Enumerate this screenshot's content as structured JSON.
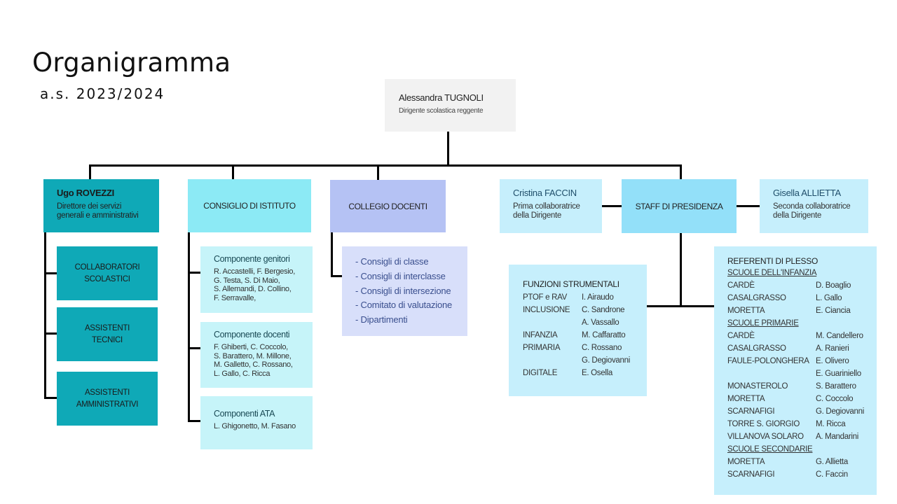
{
  "header": {
    "title": "Organigramma",
    "subtitle": "a.s. 2023/2024"
  },
  "colors": {
    "head_bg": "#f2f2f2",
    "dsga_bg": "#0fa9b7",
    "consiglio_bg": "#8ceaf5",
    "collegio_bg": "#b5c2f4",
    "staff_bg": "#93e0f9",
    "light_blue_bg": "#c6effc",
    "light_cyan_bg": "#c6f4f9",
    "collegio_sub_bg": "#d8dffa",
    "connector": "#000000"
  },
  "dirigente": {
    "name": "Alessandra TUGNOLI",
    "role": "Dirigente scolastica reggente"
  },
  "dsga": {
    "name": "Ugo ROVEZZI",
    "role_line1": "Direttore dei servizi",
    "role_line2": "generali e amministrativi",
    "children": [
      {
        "line1": "COLLABORATORI",
        "line2": "SCOLASTICI"
      },
      {
        "line1": "ASSISTENTI",
        "line2": "TECNICI"
      },
      {
        "line1": "ASSISTENTI",
        "line2": "AMMINISTRATIVI"
      }
    ]
  },
  "consiglio_istituto": {
    "label": "CONSIGLIO DI ISTITUTO",
    "components": [
      {
        "title": "Componente genitori",
        "lines": [
          "R. Accastelli, F. Bergesio,",
          "G. Testa, S. Di Maio,",
          "S. Allemandi, D. Collino,",
          "F. Serravalle,"
        ]
      },
      {
        "title": "Componente docenti",
        "lines": [
          "F. Ghiberti, C. Coccolo,",
          "S. Barattero, M. Millone,",
          "M. Galletto, C. Rossano,",
          "L. Gallo, C. Ricca"
        ]
      },
      {
        "title": "Componenti ATA",
        "lines": [
          "L. Ghigonetto, M. Fasano"
        ]
      }
    ]
  },
  "collegio_docenti": {
    "label": "COLLEGIO DOCENTI",
    "items": [
      "- Consigli di classe",
      "- Consigli di interclasse",
      "- Consigli di intersezione",
      "- Comitato di valutazione",
      "- Dipartimenti"
    ]
  },
  "staff": {
    "label": "STAFF DI PRESIDENZA",
    "first_collab": {
      "name": "Cristina FACCIN",
      "role_line1": "Prima collaboratrice",
      "role_line2": "della Dirigente"
    },
    "second_collab": {
      "name": "Gisella ALLIETTA",
      "role_line1": "Seconda collaboratrice",
      "role_line2": "della Dirigente"
    }
  },
  "funzioni_strumentali": {
    "title": "FUNZIONI STRUMENTALI",
    "rows": [
      {
        "area": "PTOF e RAV",
        "name": "I. Airaudo"
      },
      {
        "area": "INCLUSIONE",
        "name": "C. Sandrone"
      },
      {
        "area": "",
        "name": "A. Vassallo"
      },
      {
        "area": "INFANZIA",
        "name": "M. Caffaratto"
      },
      {
        "area": "PRIMARIA",
        "name": "C. Rossano"
      },
      {
        "area": "",
        "name": "G. Degiovanni"
      },
      {
        "area": "DIGITALE",
        "name": "E. Osella"
      }
    ]
  },
  "referenti_plesso": {
    "title": "REFERENTI DI PLESSO",
    "sections": [
      {
        "title": "SCUOLE DELL'INFANZIA",
        "rows": [
          {
            "school": "CARDÈ",
            "name": "D. Boaglio"
          },
          {
            "school": "CASALGRASSO",
            "name": "L. Gallo"
          },
          {
            "school": "MORETTA",
            "name": "E. Ciancia"
          }
        ]
      },
      {
        "title": "SCUOLE PRIMARIE",
        "rows": [
          {
            "school": "CARDÈ",
            "name": "M. Candellero"
          },
          {
            "school": "CASALGRASSO",
            "name": "A. Ranieri"
          },
          {
            "school": "FAULE-POLONGHERA",
            "name": "E. Olivero"
          },
          {
            "school": "",
            "name": "E. Guariniello"
          },
          {
            "school": "MONASTEROLO",
            "name": "S. Barattero"
          },
          {
            "school": "MORETTA",
            "name": "C. Coccolo"
          },
          {
            "school": "SCARNAFIGI",
            "name": "G. Degiovanni"
          },
          {
            "school": "TORRE S. GIORGIO",
            "name": "M. Ricca"
          },
          {
            "school": "VILLANOVA SOLARO",
            "name": "A. Mandarini"
          }
        ]
      },
      {
        "title": "SCUOLE SECONDARIE",
        "rows": [
          {
            "school": "MORETTA",
            "name": "G. Allietta"
          },
          {
            "school": "SCARNAFIGI",
            "name": "C. Faccin"
          }
        ]
      }
    ]
  }
}
